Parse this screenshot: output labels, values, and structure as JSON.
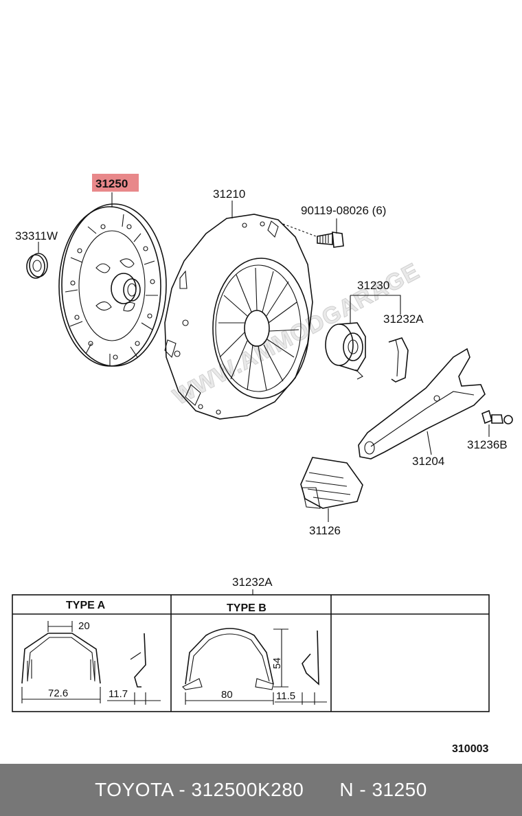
{
  "parts": {
    "clutch_disc": "31250",
    "cover": "31210",
    "bolt": "90119-08026 (6)",
    "pilot_bearing": "33311W",
    "release_bearing": "31230",
    "clip_top": "31232A",
    "ball_stud": "31236B",
    "fork": "31204",
    "boot": "31126"
  },
  "detail": {
    "title": "31232A",
    "type_a": "TYPE  A",
    "type_b": "TYPE  B",
    "a_top": "20",
    "a_width": "72.6",
    "a_side": "11.7",
    "b_width": "80",
    "b_height": "54",
    "b_side": "11.5"
  },
  "catalog_code": "310003",
  "watermark": "WWW.AMMODGARAGE",
  "footer": {
    "left": "TOYOTA - 312500K280",
    "right": "N - 31250"
  },
  "colors": {
    "highlight": "#e8888a",
    "footer_bg": "#777777"
  }
}
